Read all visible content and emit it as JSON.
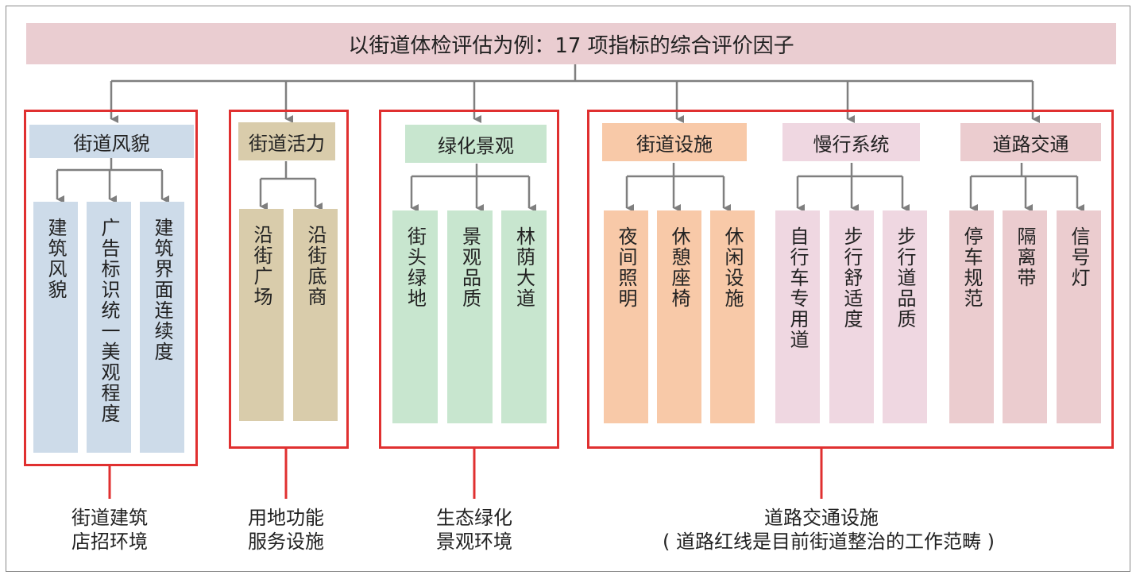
{
  "title": "以街道体检评估为例：17 项指标的综合评价因子",
  "colors": {
    "title_bg": "#eacdd1",
    "box_border": "#e03030",
    "connector": "#7f7f7f",
    "blue": "#cddbe9",
    "tan": "#d9ccab",
    "green": "#c8e6cf",
    "orange": "#f8c9a8",
    "pink": "#efd7e1",
    "rose": "#ebcccf"
  },
  "groups": [
    {
      "caption": [
        "街道建筑",
        "店招环境"
      ],
      "categories": [
        {
          "label": "街道风貌",
          "items": [
            "建筑风貌",
            "广告标识统一美观程度",
            "建筑界面连续度"
          ]
        }
      ]
    },
    {
      "caption": [
        "用地功能",
        "服务设施"
      ],
      "categories": [
        {
          "label": "街道活力",
          "items": [
            "沿街广场",
            "沿街底商"
          ]
        }
      ]
    },
    {
      "caption": [
        "生态绿化",
        "景观环境"
      ],
      "categories": [
        {
          "label": "绿化景观",
          "items": [
            "街头绿地",
            "景观品质",
            "林荫大道"
          ]
        }
      ]
    },
    {
      "caption": [
        "道路交通设施",
        "( 道路红线是目前街道整治的工作范畴 )"
      ],
      "categories": [
        {
          "label": "街道设施",
          "items": [
            "夜间照明",
            "休憩座椅",
            "休闲设施"
          ]
        },
        {
          "label": "慢行系统",
          "items": [
            "自行车专用道",
            "步行舒适度",
            "步行道品质"
          ]
        },
        {
          "label": "道路交通",
          "items": [
            "停车规范",
            "隔离带",
            "信号灯"
          ]
        }
      ]
    }
  ]
}
